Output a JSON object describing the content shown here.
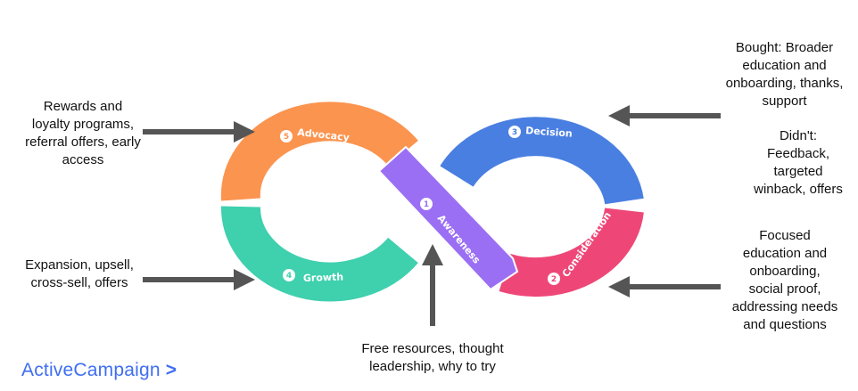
{
  "stages": [
    {
      "num": "1",
      "label": "Awareness",
      "color": "#9b6ff3"
    },
    {
      "num": "2",
      "label": "Consideration",
      "color": "#ee4777"
    },
    {
      "num": "3",
      "label": "Decision",
      "color": "#4a7fe2"
    },
    {
      "num": "4",
      "label": "Growth",
      "color": "#3fd0ae"
    },
    {
      "num": "5",
      "label": "Advocacy",
      "color": "#fb944f"
    }
  ],
  "notes": {
    "advocacy": "Rewards and loyalty programs, referral offers, early access",
    "growth": "Expansion, upsell, cross-sell, offers",
    "awareness": "Free resources, thought leadership, why to try",
    "decision_bought": "Bought: Broader education and onboarding, thanks, support",
    "decision_didnt": "Didn't: Feedback, targeted winback, offers",
    "consideration": "Focused education and onboarding, social proof, addressing needs and questions"
  },
  "arrow_color": "#555555",
  "logo": {
    "text": "ActiveCampaign",
    "glyph": ">"
  }
}
